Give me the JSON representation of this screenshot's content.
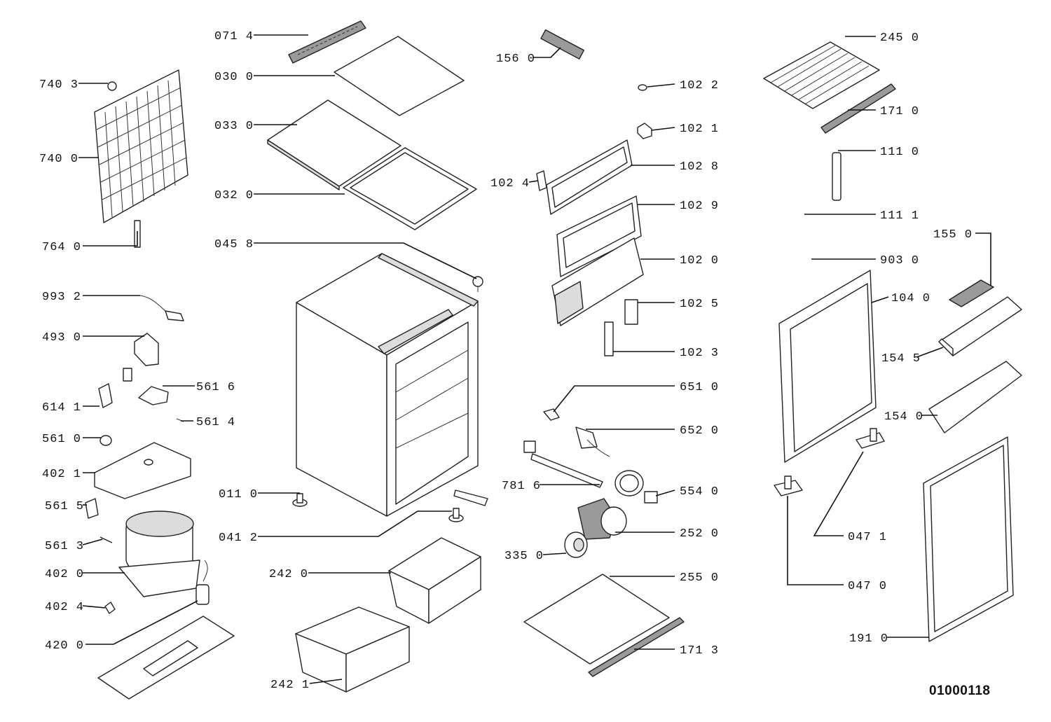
{
  "drawing_code": "01000118",
  "labels": {
    "p0714": "071 4",
    "p0300": "030 0",
    "p0330": "033 0",
    "p0320": "032 0",
    "p0458": "045 8",
    "p1560": "156 0",
    "p7403": "740 3",
    "p7400": "740 0",
    "p7640": "764 0",
    "p9932": "993 2",
    "p4930": "493 0",
    "p5616": "561 6",
    "p6141": "614 1",
    "p5614": "561 4",
    "p5610": "561 0",
    "p4021": "402 1",
    "p5615": "561 5",
    "p5613": "561 3",
    "p4020": "402 0",
    "p4024": "402 4",
    "p4200": "420 0",
    "p0110": "011 0",
    "p0412": "041 2",
    "p2420": "242 0",
    "p2421": "242 1",
    "p1022": "102 2",
    "p1021": "102 1",
    "p1028": "102 8",
    "p1024": "102 4",
    "p1029": "102 9",
    "p1020": "102 0",
    "p1025": "102 5",
    "p1023": "102 3",
    "p6510": "651 0",
    "p6520": "652 0",
    "p7816": "781 6",
    "p5540": "554 0",
    "p2520": "252 0",
    "p3350": "335 0",
    "p2550": "255 0",
    "p1713": "171 3",
    "p2450": "245 0",
    "p1710": "171 0",
    "p1110": "111 0",
    "p1111": "111 1",
    "p1550": "155 0",
    "p9030": "903 0",
    "p1040": "104 0",
    "p1545": "154 5",
    "p1540": "154 0",
    "p0471": "047 1",
    "p0470": "047 0",
    "p1910": "191 0"
  }
}
